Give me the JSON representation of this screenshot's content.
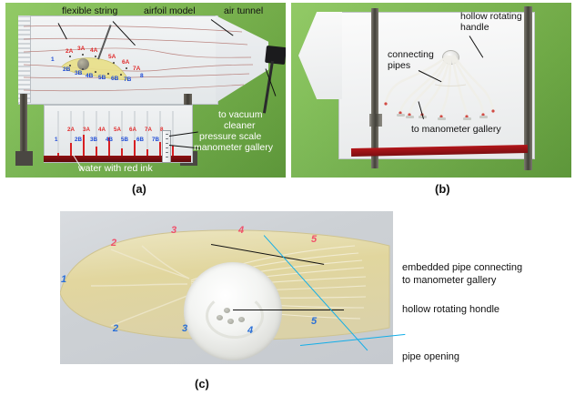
{
  "figure": {
    "panels": [
      {
        "id": "a",
        "caption": "(a)",
        "callouts": [
          {
            "name": "flexible-string",
            "text": "flexible string"
          },
          {
            "name": "airfoil-model",
            "text": "airfoil model"
          },
          {
            "name": "air-tunnel",
            "text": "air tunnel"
          },
          {
            "name": "to-vacuum-cleaner",
            "text": "to vacuum\ncleaner",
            "line1": "to vacuum",
            "line2": "cleaner"
          },
          {
            "name": "pressure-scale",
            "text": "pressure scale"
          },
          {
            "name": "manometer-gallery",
            "text": "manometer gallery"
          },
          {
            "name": "water-with-red-ink",
            "text": "water with red ink"
          }
        ],
        "foil_taps_upper": [
          "2A",
          "3A",
          "4A",
          "5A",
          "6A",
          "7A"
        ],
        "foil_taps_lower": [
          "2B",
          "3B",
          "4B",
          "5B",
          "6B",
          "7B"
        ],
        "foil_tap_leading": "1",
        "foil_tap_trailing": "8",
        "manometer_labels_upper": [
          "2A",
          "3A",
          "4A",
          "5A",
          "6A",
          "7A",
          "8"
        ],
        "manometer_labels_lower": [
          "1",
          "2B",
          "3B",
          "4B",
          "5B",
          "6B",
          "7B"
        ]
      },
      {
        "id": "b",
        "caption": "(b)",
        "callouts": [
          {
            "name": "hollow-rotating-handle",
            "line1": "hollow rotating",
            "line2": "handle"
          },
          {
            "name": "connecting-pipes",
            "line1": "connecting",
            "line2": "pipes"
          },
          {
            "name": "to-manometer-gallery",
            "text": "to manometer  gallery"
          }
        ]
      },
      {
        "id": "c",
        "caption": "(c)",
        "callouts": [
          {
            "name": "embedded-pipe",
            "line1": "embedded  pipe  connecting",
            "line2": "to manometer gallery"
          },
          {
            "name": "hollow-rotating-handle",
            "text": "hollow rotating hondle"
          },
          {
            "name": "pipe-opening",
            "text": "pipe opening"
          }
        ],
        "taps_upper": [
          "2",
          "3",
          "4",
          "5"
        ],
        "taps_lower": [
          "2",
          "3",
          "4",
          "5"
        ],
        "tap_leading": "1"
      }
    ]
  },
  "colors": {
    "background_green": "#7dbf4e",
    "tap_red": "#e02b2b",
    "tap_blue": "#1c49d6",
    "manometer_fluid": "#d81f22",
    "leader_blue": "#12aee8",
    "label_black": "#111111"
  }
}
